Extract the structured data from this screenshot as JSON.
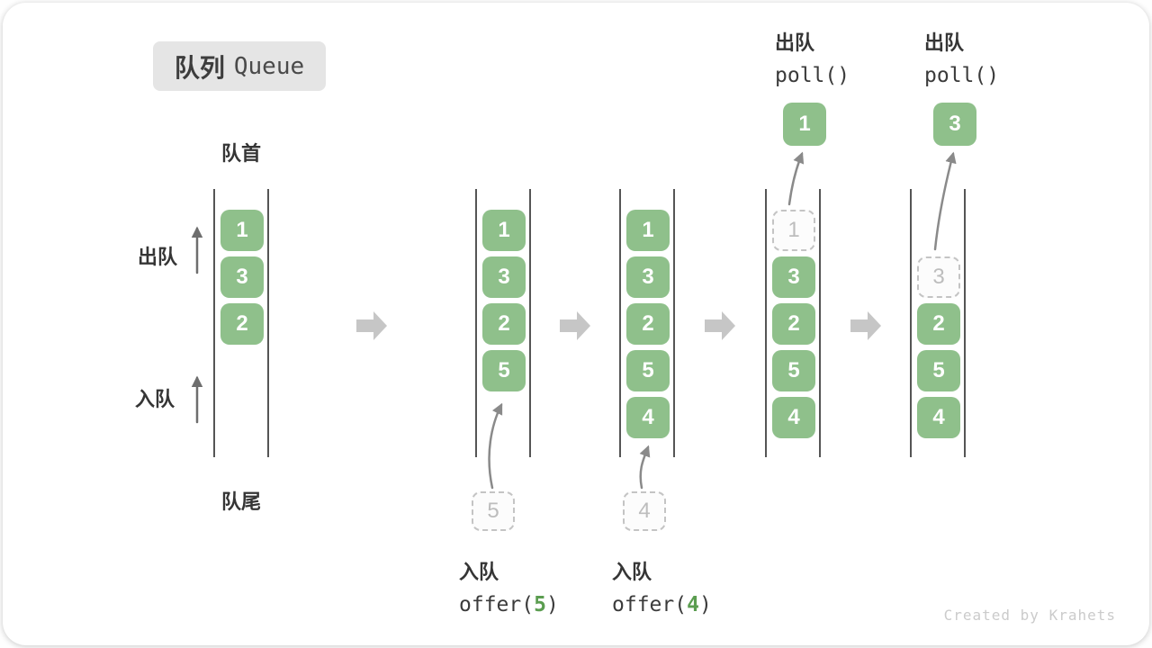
{
  "title": {
    "zh": "队列",
    "en": "Queue"
  },
  "labels": {
    "front": "队首",
    "rear": "队尾",
    "dequeue": "出队",
    "enqueue": "入队"
  },
  "queues": {
    "q1": {
      "boxes": [
        "1",
        "3",
        "2"
      ]
    },
    "q2": {
      "boxes": [
        "1",
        "3",
        "2",
        "5"
      ],
      "incoming": "5"
    },
    "q3": {
      "boxes": [
        "1",
        "3",
        "2",
        "5",
        "4"
      ],
      "incoming": "4"
    },
    "q4": {
      "ghost": "1",
      "boxes": [
        "3",
        "2",
        "5",
        "4"
      ],
      "out": "1"
    },
    "q5": {
      "ghost": "3",
      "boxes": [
        "2",
        "5",
        "4"
      ],
      "out": "3"
    }
  },
  "ops": {
    "enq5": {
      "zh": "入队",
      "fn": "offer(",
      "arg": "5",
      "close": ")"
    },
    "enq4": {
      "zh": "入队",
      "fn": "offer(",
      "arg": "4",
      "close": ")"
    },
    "poll1": {
      "zh": "出队",
      "code": "poll()"
    },
    "poll3": {
      "zh": "出队",
      "code": "poll()"
    }
  },
  "watermark": "Created by Krahets",
  "colors": {
    "box_green": "#8FC08B",
    "code_arg_green": "#5B9D50",
    "block_arrow": "#c6c6c6",
    "thin_arrow": "#8a8a8a",
    "queue_wall": "#555555",
    "ghost_gray": "#bdbdbd",
    "title_bg": "#e5e5e5",
    "text_dark": "#3b3b3b",
    "watermark_gray": "#cbcbcb"
  }
}
